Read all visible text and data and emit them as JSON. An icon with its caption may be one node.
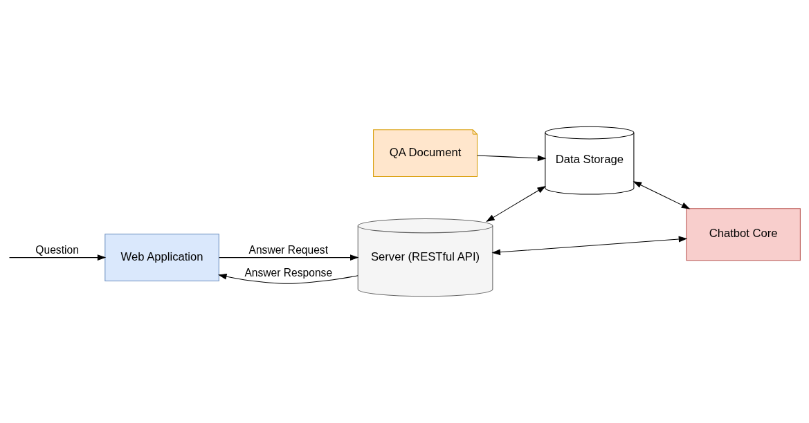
{
  "diagram": {
    "nodes": [
      {
        "text": [
          "Web Application"
        ]
      },
      {
        "text": [
          "Server (RESTful API)"
        ]
      },
      {
        "text": [
          "QA Document"
        ]
      },
      {
        "text": [
          "Data Storage"
        ]
      },
      {
        "text": [
          "Chatbot Core"
        ]
      }
    ],
    "edges": [
      {
        "from": null,
        "to": 0,
        "arrow": "to",
        "label": "Question"
      },
      {
        "from": 0,
        "to": 1,
        "arrow": "to",
        "label": "Answer Request"
      },
      {
        "from": 1,
        "to": 0,
        "arrow": "to",
        "label": "Answer Response"
      },
      {
        "from": 1,
        "to": 3,
        "arrow": "both"
      },
      {
        "from": 1,
        "to": 4,
        "arrow": "both"
      },
      {
        "from": 2,
        "to": 3,
        "arrow": "to"
      },
      {
        "from": 3,
        "to": 4,
        "arrow": "both"
      }
    ]
  }
}
